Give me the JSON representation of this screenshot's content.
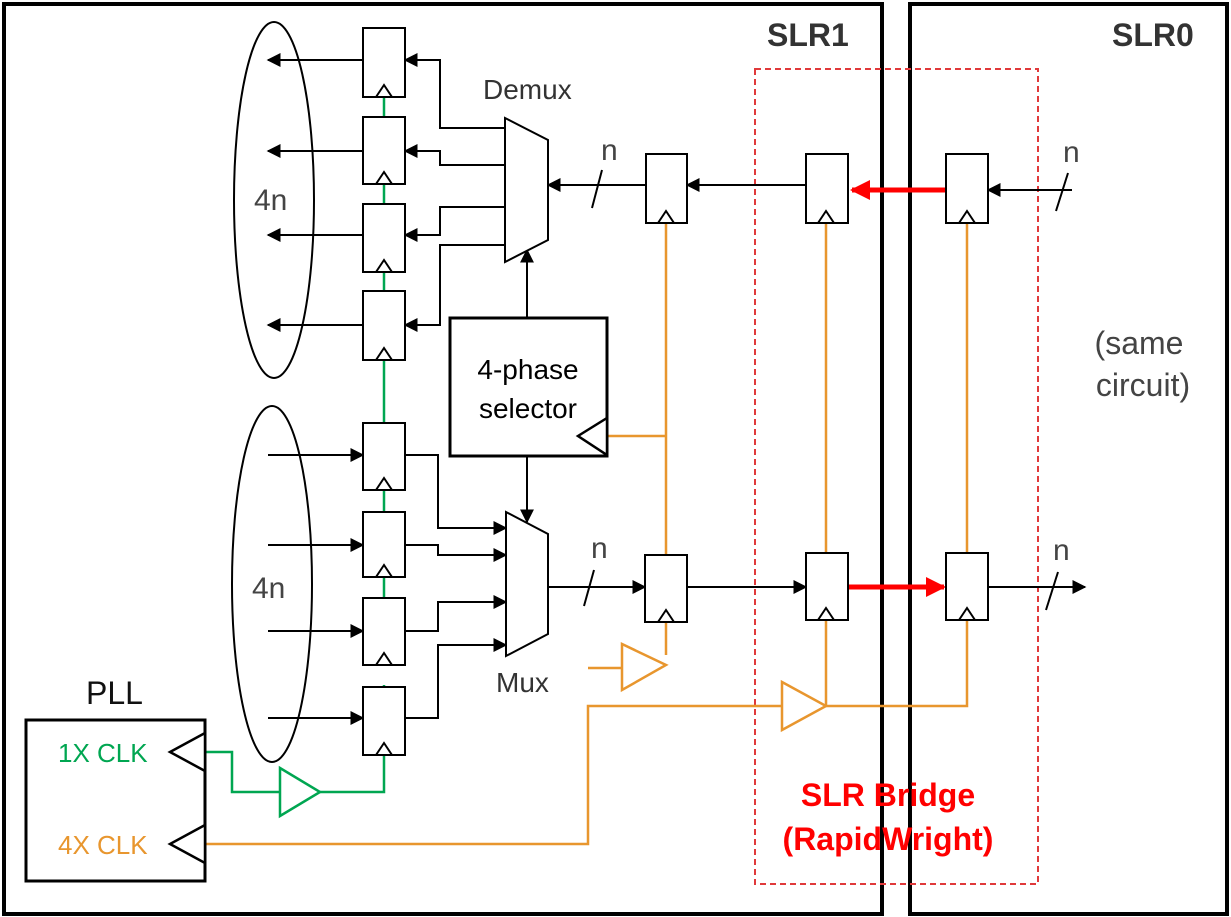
{
  "regions": {
    "slr1": "SLR1",
    "slr0": "SLR0"
  },
  "labels": {
    "demux": "Demux",
    "mux": "Mux",
    "n_top_left": "n",
    "n_top_right": "n",
    "n_bottom_left": "n",
    "n_bottom_right": "n",
    "group_top": "4n",
    "group_bottom": "4n",
    "selector_line1": "4-phase",
    "selector_line2": "selector",
    "pll": "PLL",
    "clk1x": "1X CLK",
    "clk4x": "4X CLK",
    "same_line1": "(same",
    "same_line2": "circuit)",
    "bridge_line1": "SLR Bridge",
    "bridge_line2": "(RapidWright)"
  },
  "colors": {
    "clk1x": "#00a651",
    "clk4x": "#e8962e",
    "bridge": "#ff0000",
    "wire": "#000000"
  }
}
